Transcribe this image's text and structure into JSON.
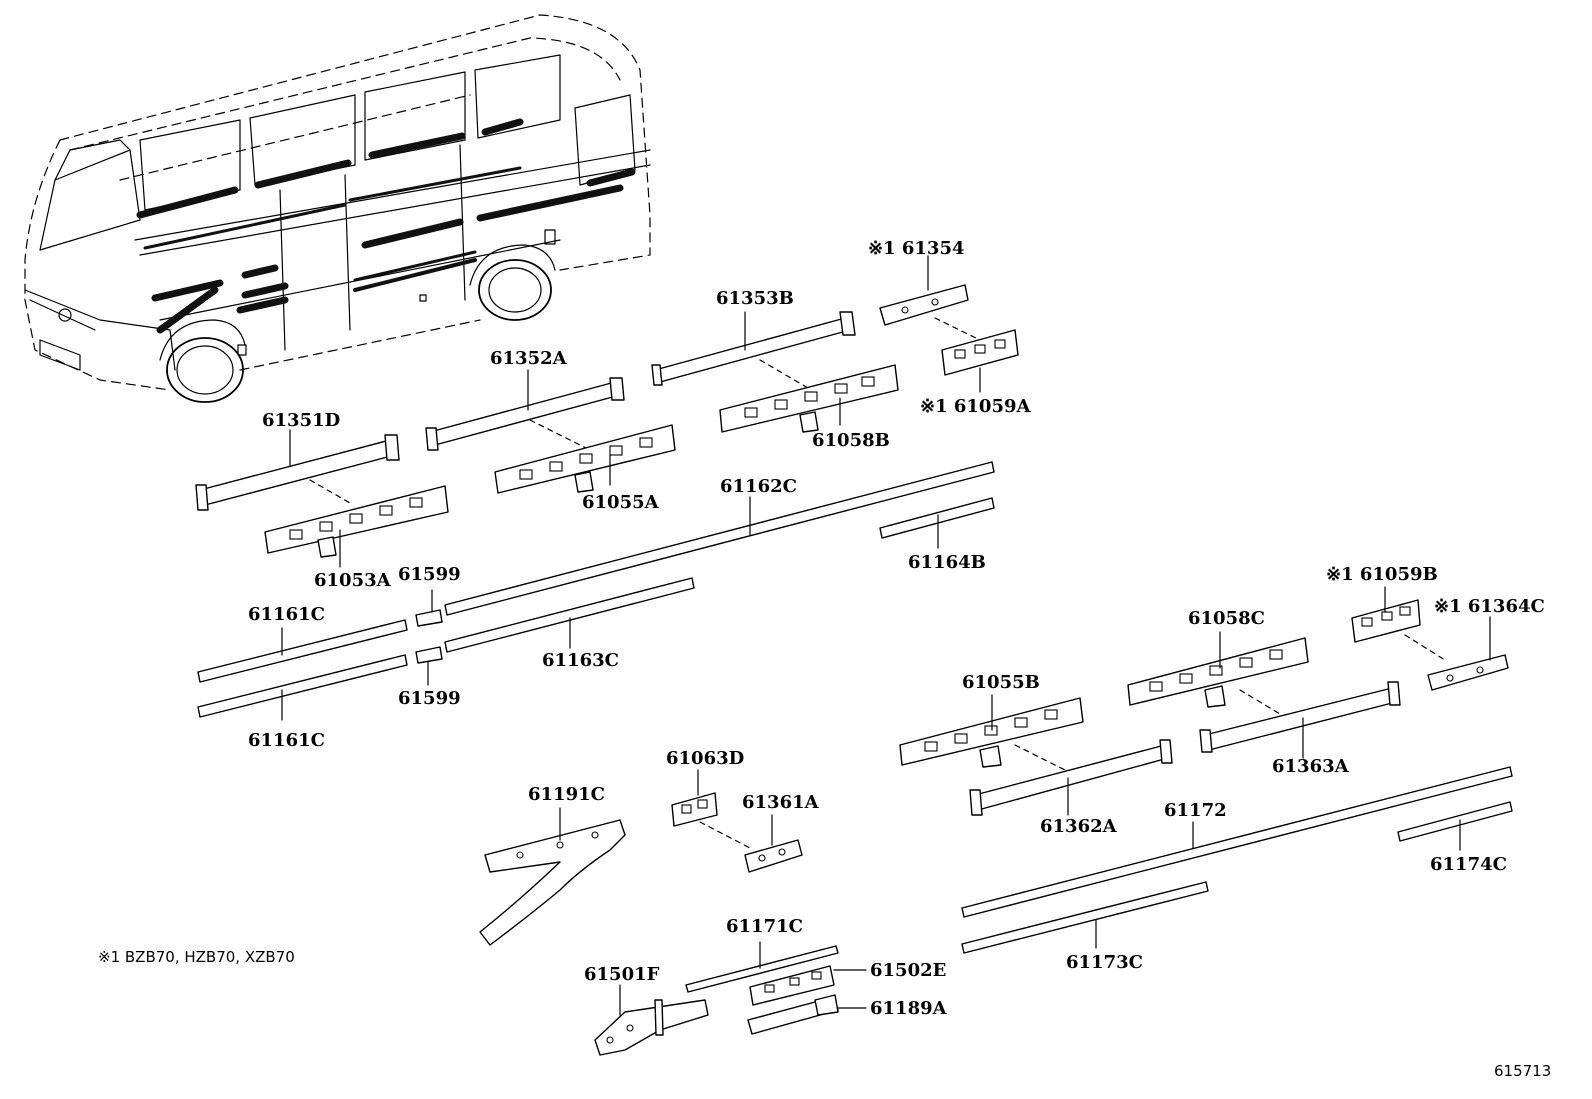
{
  "note": "※1 BZB70, HZB70, XZB70",
  "reference_number": "615713",
  "parts": {
    "p61354": "※1 61354",
    "p61353B": "61353B",
    "p61059A": "※1 61059A",
    "p61352A": "61352A",
    "p61058B": "61058B",
    "p61351D": "61351D",
    "p61055A": "61055A",
    "p61162C": "61162C",
    "p61164B": "61164B",
    "p61053A": "61053A",
    "p61599a": "61599",
    "p61599b": "61599",
    "p61161Ca": "61161C",
    "p61161Cb": "61161C",
    "p61163C": "61163C",
    "p61059B": "※1 61059B",
    "p61364C": "※1 61364C",
    "p61058C": "61058C",
    "p61055B": "61055B",
    "p61363A": "61363A",
    "p61063D": "61063D",
    "p61361A": "61361A",
    "p61191C": "61191C",
    "p61362A": "61362A",
    "p61172": "61172",
    "p61174C": "61174C",
    "p61171C": "61171C",
    "p61502E": "61502E",
    "p61501F": "61501F",
    "p61189A": "61189A",
    "p61173C": "61173C"
  }
}
